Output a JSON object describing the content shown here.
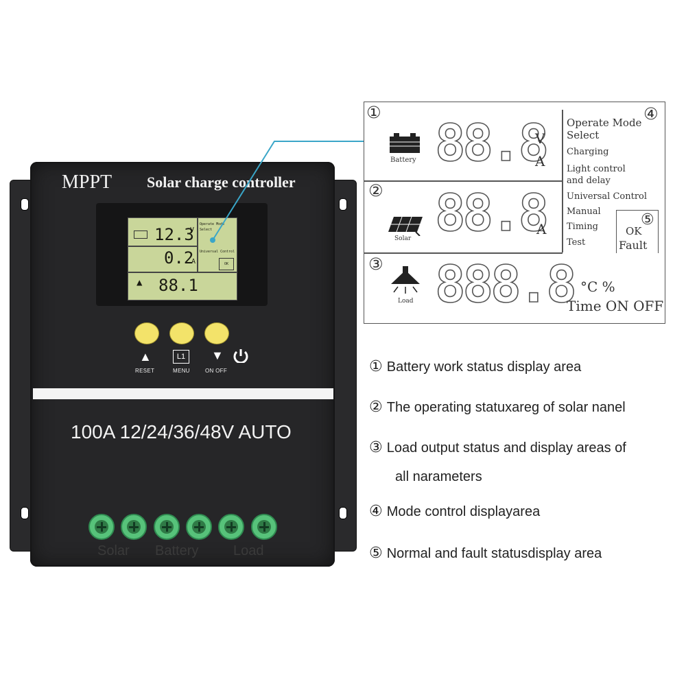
{
  "device": {
    "brand": "MPPT",
    "title": "Solar charge controller",
    "rating": "100A 12/24/36/48V AUTO",
    "lcd": {
      "battery_voltage": "12.3",
      "battery_unit": "V",
      "current": "0.2",
      "current_unit": "A",
      "load_value": "88.1",
      "mode_text_1": "Operate Mode",
      "mode_text_2": "Select",
      "universal_text": "Universal Control",
      "ok_text": "OK"
    },
    "buttons": [
      {
        "label": "RESET",
        "glyph": "▲"
      },
      {
        "label": "MENU",
        "glyph": "L1"
      },
      {
        "label": "ON OFF",
        "glyph": "▼"
      }
    ],
    "terminal_labels": [
      "Solar",
      "Battery",
      "Load"
    ]
  },
  "diagram": {
    "sections": [
      {
        "num": "①",
        "icon_label": "Battery",
        "units": [
          "V",
          "A"
        ]
      },
      {
        "num": "②",
        "icon_label": "Solar",
        "units": [
          "A"
        ]
      },
      {
        "num": "③",
        "icon_label": "Load",
        "units": [
          "°C %",
          "Time ON OFF"
        ]
      }
    ],
    "digits": "88.8",
    "mode_panel": {
      "num": "④",
      "lines": [
        "Operate Mode",
        "Select",
        "Charging",
        "Light control",
        "and delay",
        "Universal Control",
        "Manual",
        "Timing",
        "Test"
      ]
    },
    "status_panel": {
      "num": "⑤",
      "ok": "OK",
      "fault": "Fault"
    }
  },
  "legend": [
    {
      "num": "①",
      "text": "Battery work status display area"
    },
    {
      "num": "②",
      "text": "The operating statuxareg of solar nanel"
    },
    {
      "num": "③",
      "text": "Load output status and display areas of"
    },
    {
      "num": "",
      "text": "all narameters"
    },
    {
      "num": "④",
      "text": "Mode control displayarea"
    },
    {
      "num": "⑤",
      "text": "Normal and fault statusdisplay area"
    }
  ],
  "colors": {
    "device_body": "#262628",
    "lcd": "#c9d69a",
    "button": "#f3e36a",
    "terminal": "#57c27a",
    "callout": "#3aa6c8"
  }
}
